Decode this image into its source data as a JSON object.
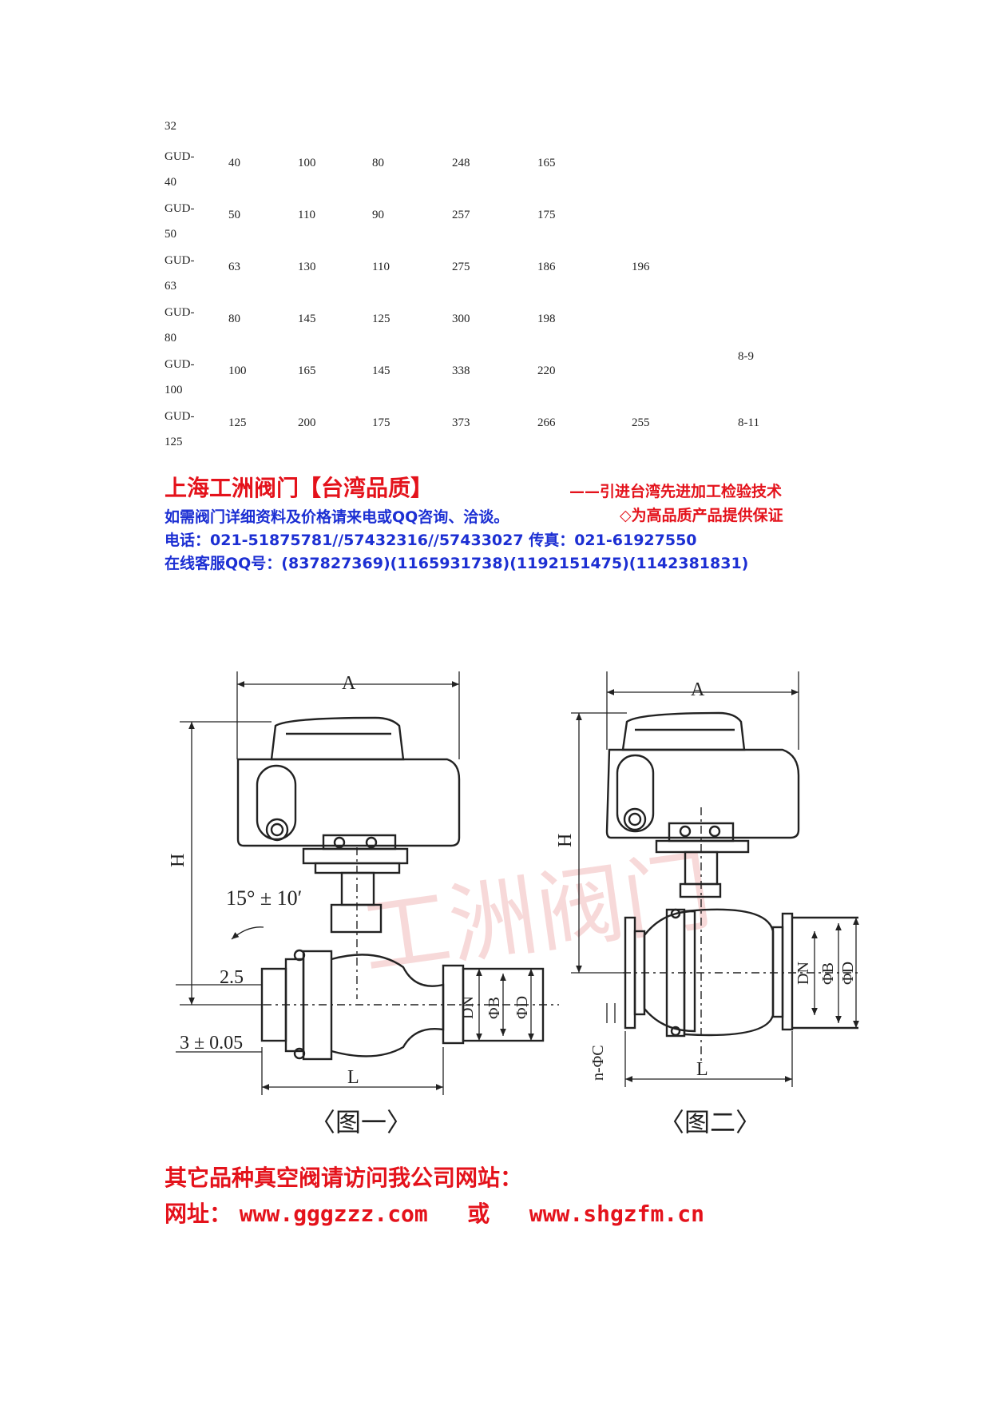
{
  "table": {
    "first_cell": "32",
    "rows": [
      {
        "model": [
          "GUD-",
          "40"
        ],
        "values": [
          "40",
          "100",
          "80",
          "248",
          "165",
          "",
          ""
        ]
      },
      {
        "model": [
          "GUD-",
          "50"
        ],
        "values": [
          "50",
          "110",
          "90",
          "257",
          "175",
          "",
          ""
        ]
      },
      {
        "model": [
          "GUD-",
          "63"
        ],
        "values": [
          "63",
          "130",
          "110",
          "275",
          "186",
          "196",
          ""
        ]
      },
      {
        "model": [
          "GUD-",
          "80"
        ],
        "values": [
          "80",
          "145",
          "125",
          "300",
          "198",
          "",
          ""
        ]
      },
      {
        "model": [
          "GUD-",
          "100"
        ],
        "values": [
          "100",
          "165",
          "145",
          "338",
          "220",
          "",
          ""
        ]
      },
      {
        "model": [
          "GUD-",
          "125"
        ],
        "values": [
          "125",
          "200",
          "175",
          "373",
          "266",
          "255",
          "8-11"
        ]
      }
    ],
    "merged_cell": "8-9"
  },
  "promo": {
    "company": "上海工洲阀门【台湾品质】",
    "slogan1": "——引进台湾先进加工检验技术",
    "contact_line": "如需阀门详细资料及价格请来电或QQ咨询、洽谈。",
    "slogan2": "◇为高品质产品提供保证",
    "phone_line": "电话：021-51875781//57432316//57433027  传真：021-61927550",
    "qq_line": "在线客服QQ号：(837827369)(1165931738)(1192151475)(1142381831)"
  },
  "figure1": {
    "label_A": "A",
    "label_H": "H",
    "label_angle": "15° ± 10′",
    "label_25": "2.5",
    "label_tol": "3 ± 0.05",
    "label_L": "L",
    "label_DN": "DN",
    "label_B": "ΦB",
    "label_D": "ΦD",
    "caption": "〈图一〉"
  },
  "figure2": {
    "label_A": "A",
    "label_H": "H",
    "label_L": "L",
    "label_DN": "DN",
    "label_B": "ΦB",
    "label_D": "ΦD",
    "label_C": "n-ΦC",
    "caption": "〈图二〉"
  },
  "watermark": "工洲阀门",
  "footer": {
    "line1": "其它品种真空阀请访问我公司网站：",
    "prefix": "网址：",
    "site1": "www.gggzzz.com",
    "or": "或",
    "site2": "www.shgzfm.cn"
  }
}
